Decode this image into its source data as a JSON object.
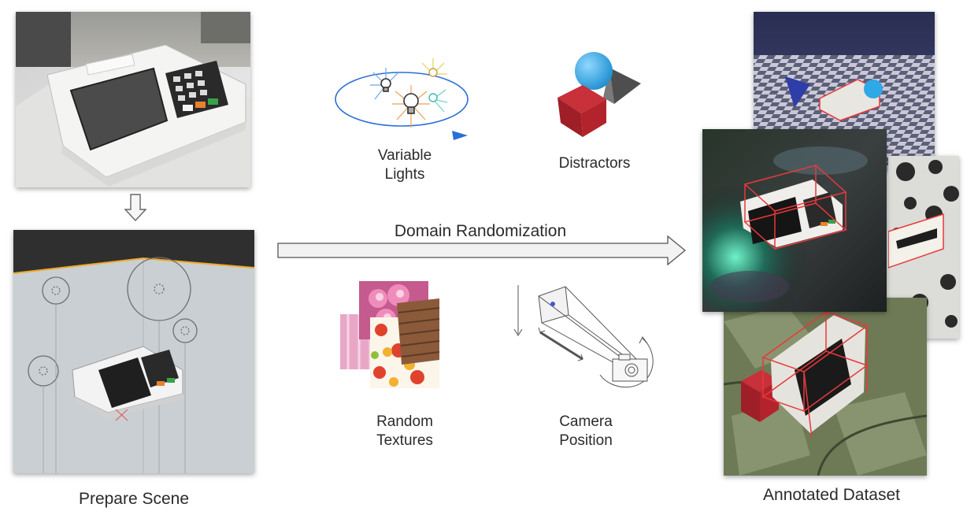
{
  "diagram": {
    "stages": {
      "prepare_scene": "Prepare Scene",
      "annotated_dataset": "Annotated Dataset"
    },
    "process": {
      "label": "Domain Randomization"
    },
    "randomizations": [
      {
        "line1": "Variable",
        "line2": "Lights",
        "icon": "lightbulb-orbit-icon"
      },
      {
        "line1": "Distractors",
        "line2": "",
        "icon": "geometric-shapes-icon"
      },
      {
        "line1": "Random",
        "line2": "Textures",
        "icon": "texture-stack-icon"
      },
      {
        "line1": "Camera",
        "line2": "Position",
        "icon": "camera-frustum-icon"
      }
    ],
    "colors": {
      "arrow_fill": "#f2f2f2",
      "arrow_stroke": "#555555",
      "bbox": "#e8393a",
      "sphere": "#2ea8e6",
      "cube": "#b3232c",
      "light_orbit": "#2a6fd6"
    }
  }
}
